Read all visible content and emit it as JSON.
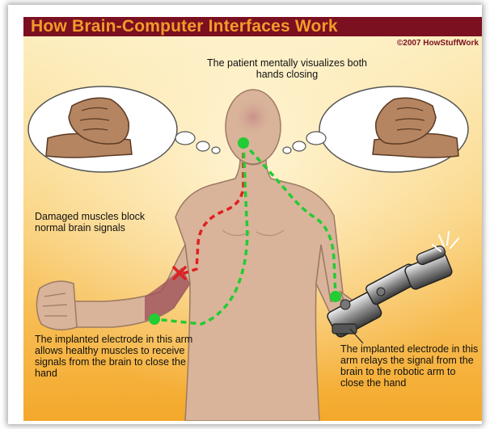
{
  "title": "How Brain-Computer Interfaces Work",
  "copyright": "©2007 HowStuffWork",
  "captions": {
    "top": "The patient mentally visualizes both hands closing",
    "damaged": "Damaged muscles block normal brain signals",
    "left_electrode": "The implanted electrode in this arm allows healthy muscles to receive signals from the brain to close the hand",
    "right_electrode": "The implanted electrode in this arm relays the signal from the brain to the robotic arm to close the hand"
  },
  "colors": {
    "background_top": "#fce6a6",
    "background_bottom": "#f5b02d",
    "skin": "#d9b49a",
    "title_bar": "#7a1020",
    "title_text": "#f39a2a",
    "signal_blocked": "#e02020",
    "signal_healthy": "#22cc33"
  },
  "icons": [
    "thought-bubble-left",
    "thought-bubble-right",
    "clenched-fist-icon",
    "robotic-arm-icon",
    "electrode-dot-icon",
    "block-x-icon",
    "spark-icon"
  ]
}
